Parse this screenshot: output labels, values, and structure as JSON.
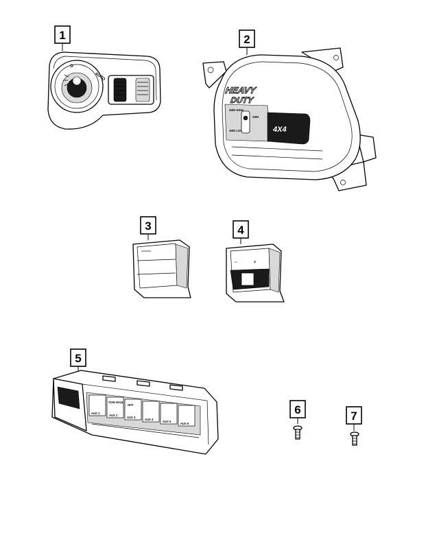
{
  "callouts": [
    "1",
    "2",
    "3",
    "4",
    "5",
    "6",
    "7"
  ],
  "part2": {
    "logo_line1": "HEAVY",
    "logo_line2": "DUTY",
    "mode_4wd_high": "4WD HIGH",
    "mode_2wd": "2WD",
    "mode_4wd_low": "4WD LOW",
    "mode_4x4": "4X4"
  },
  "part1": {
    "auto_label": "AUTO",
    "off_label": "O"
  },
  "part5": {
    "tow_haul": "TOW HAUL",
    "esc_off": "OFF",
    "aux_switches": [
      "AUX 1",
      "AUX 2",
      "AUX 3",
      "AUX 4",
      "AUX 5",
      "AUX 6"
    ]
  }
}
